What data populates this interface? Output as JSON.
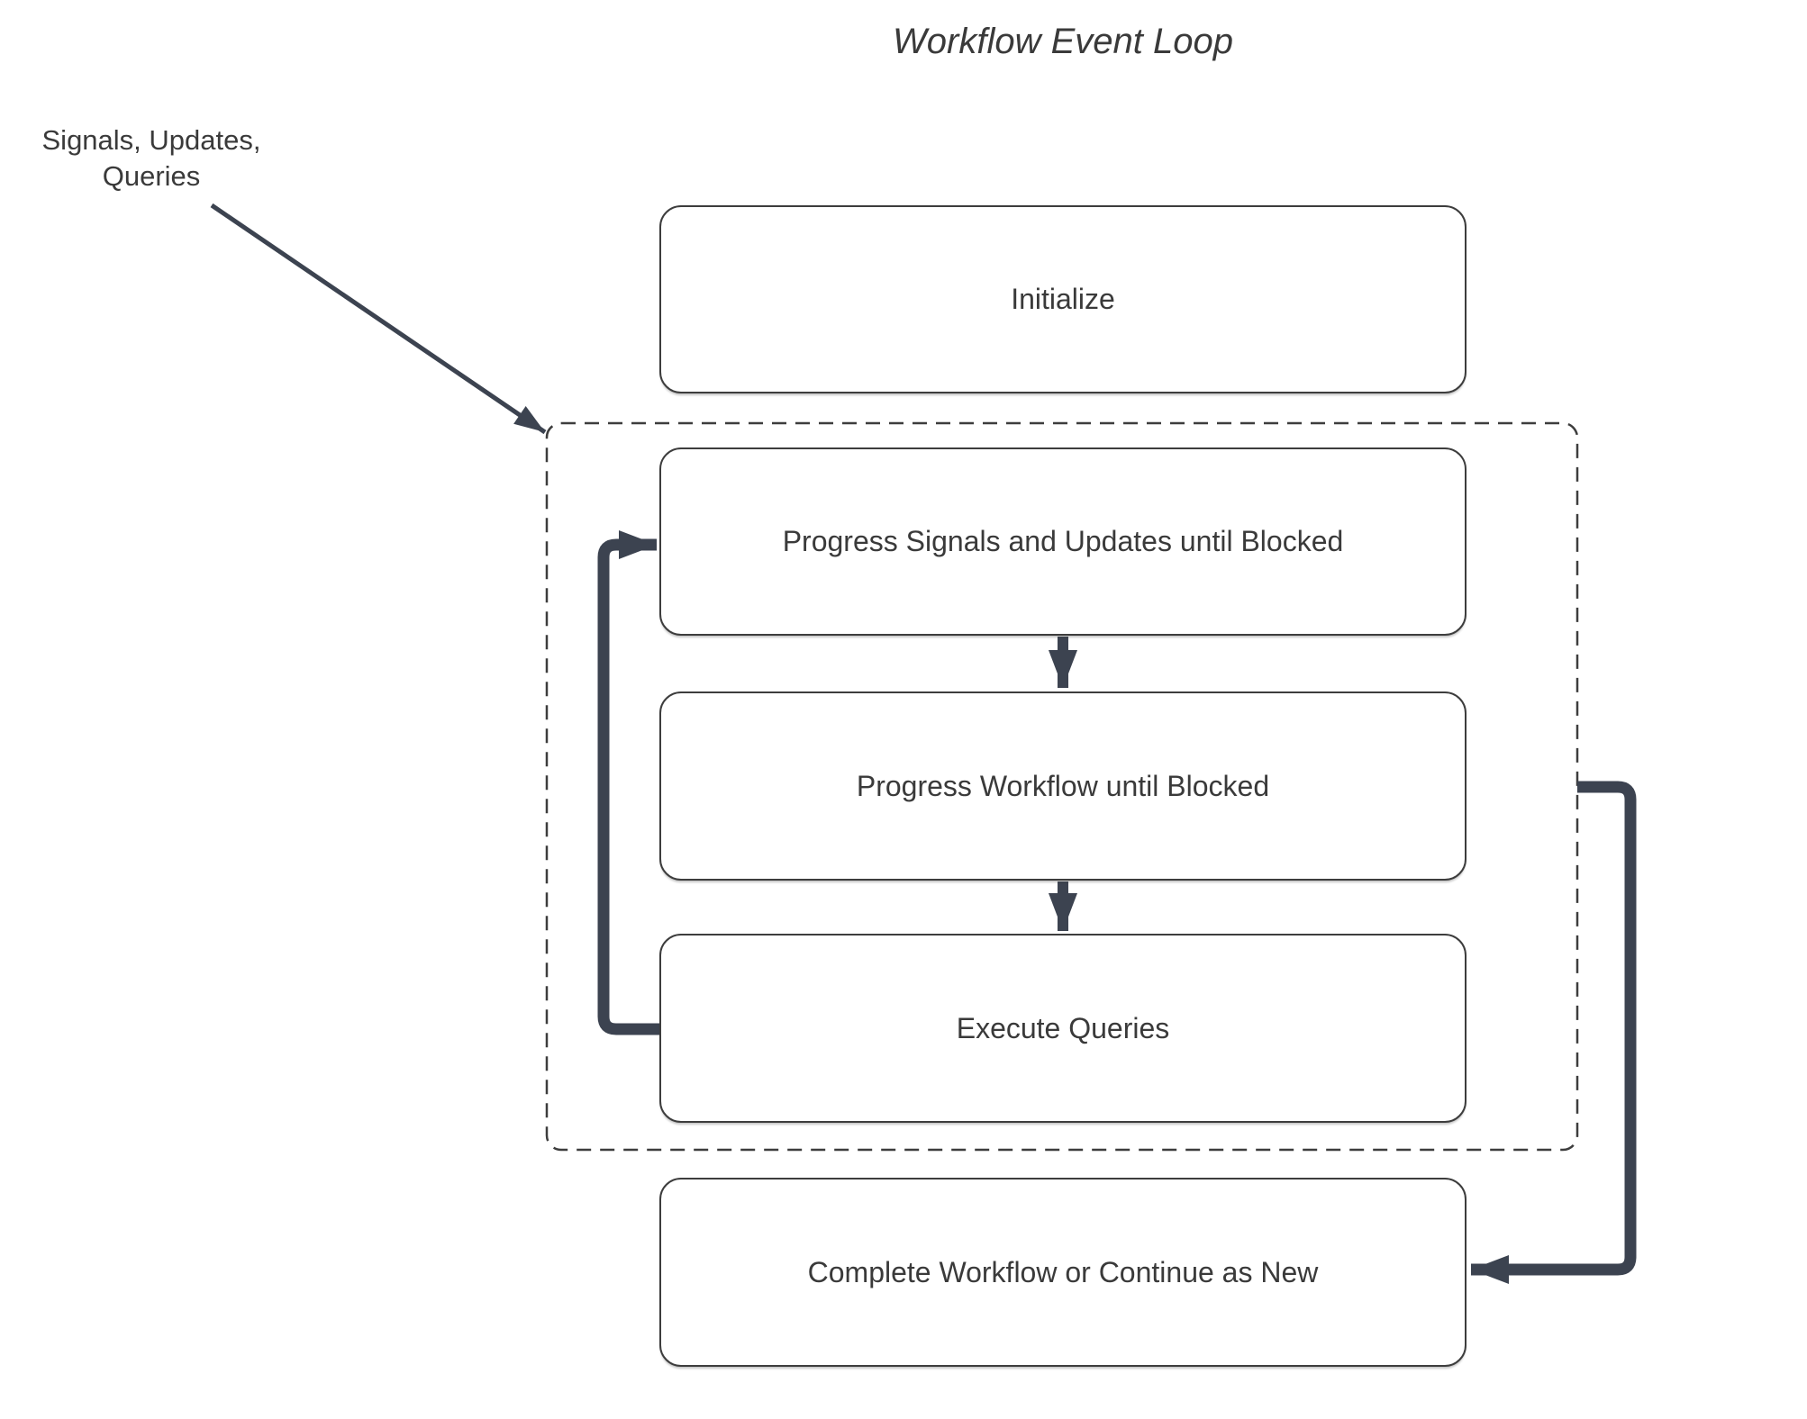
{
  "diagram": {
    "title": "Workflow Event Loop",
    "input_label": "Signals, Updates,\nQueries",
    "nodes": [
      {
        "id": "initialize",
        "label": "Initialize"
      },
      {
        "id": "progress-signals",
        "label": "Progress Signals and Updates until Blocked"
      },
      {
        "id": "progress-workflow",
        "label": "Progress Workflow until Blocked"
      },
      {
        "id": "execute-queries",
        "label": "Execute Queries"
      },
      {
        "id": "complete",
        "label": "Complete Workflow or Continue as New"
      }
    ],
    "connectors": [
      {
        "id": "input-arrow",
        "from": "signals-updates-queries-label",
        "to": "event-loop-group"
      },
      {
        "id": "down-arrow-1",
        "from": "progress-signals",
        "to": "progress-workflow"
      },
      {
        "id": "down-arrow-2",
        "from": "progress-workflow",
        "to": "execute-queries"
      },
      {
        "id": "loop-arrow",
        "from": "execute-queries",
        "to": "progress-signals"
      },
      {
        "id": "exit-arrow",
        "from": "event-loop-group",
        "to": "complete"
      }
    ],
    "colors": {
      "arrow": "#3c4350",
      "border": "#3d3d3d",
      "text": "#3a3a3a",
      "background": "#ffffff"
    }
  }
}
